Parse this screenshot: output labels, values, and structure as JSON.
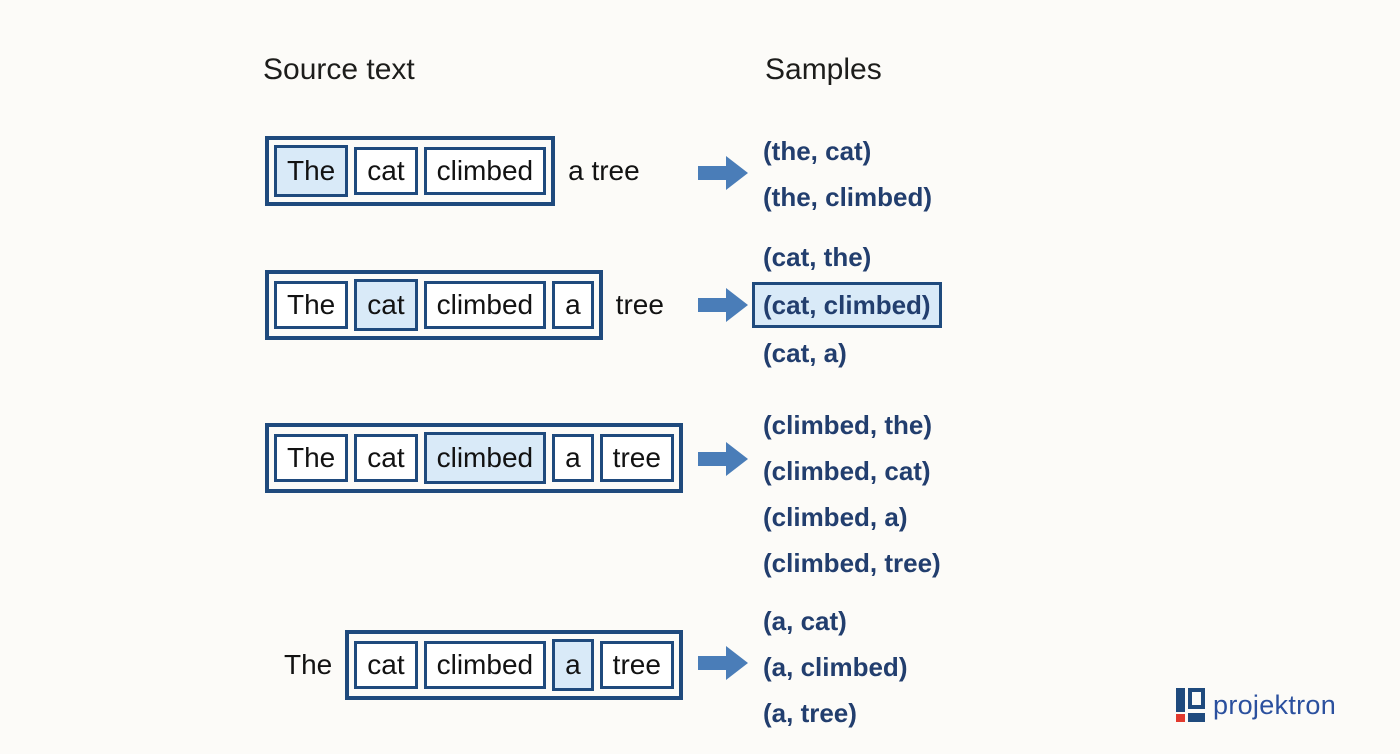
{
  "colors": {
    "bg": "#fcfbf8",
    "navy": "#1f4a7d",
    "highlight": "#d9eaf8",
    "arrow-blue": "#4a7db8",
    "sample-text": "#223e6e",
    "word-text": "#121212",
    "header-text": "#1d1d1b",
    "logo-blue": "#2b509e",
    "logo-red": "#e23a2e"
  },
  "headers": {
    "source": "Source text",
    "samples": "Samples"
  },
  "rows": [
    {
      "window": [
        {
          "text": "The",
          "highlighted": true
        },
        {
          "text": "cat",
          "highlighted": false
        },
        {
          "text": "climbed",
          "highlighted": false
        }
      ],
      "outside_after": "a tree",
      "samples": [
        {
          "text": "(the, cat)",
          "boxed": false
        },
        {
          "text": "(the, climbed)",
          "boxed": false
        }
      ]
    },
    {
      "window": [
        {
          "text": "The",
          "highlighted": false
        },
        {
          "text": "cat",
          "highlighted": true
        },
        {
          "text": "climbed",
          "highlighted": false
        },
        {
          "text": "a",
          "highlighted": false
        }
      ],
      "outside_after": "tree",
      "samples": [
        {
          "text": "(cat, the)",
          "boxed": false
        },
        {
          "text": "(cat, climbed)",
          "boxed": true
        },
        {
          "text": "(cat, a)",
          "boxed": false
        }
      ]
    },
    {
      "window": [
        {
          "text": "The",
          "highlighted": false
        },
        {
          "text": "cat",
          "highlighted": false
        },
        {
          "text": "climbed",
          "highlighted": true
        },
        {
          "text": "a",
          "highlighted": false
        },
        {
          "text": "tree",
          "highlighted": false
        }
      ],
      "samples": [
        {
          "text": "(climbed, the)",
          "boxed": false
        },
        {
          "text": "(climbed, cat)",
          "boxed": false
        },
        {
          "text": "(climbed, a)",
          "boxed": false
        },
        {
          "text": "(climbed, tree)",
          "boxed": false
        }
      ]
    },
    {
      "outside_before": "The",
      "window": [
        {
          "text": "cat",
          "highlighted": false
        },
        {
          "text": "climbed",
          "highlighted": false
        },
        {
          "text": "a",
          "highlighted": true
        },
        {
          "text": "tree",
          "highlighted": false
        }
      ],
      "samples": [
        {
          "text": "(a, cat)",
          "boxed": false
        },
        {
          "text": "(a, climbed)",
          "boxed": false
        },
        {
          "text": "(a, tree)",
          "boxed": false
        }
      ]
    }
  ],
  "logo": {
    "text": "projektron"
  }
}
